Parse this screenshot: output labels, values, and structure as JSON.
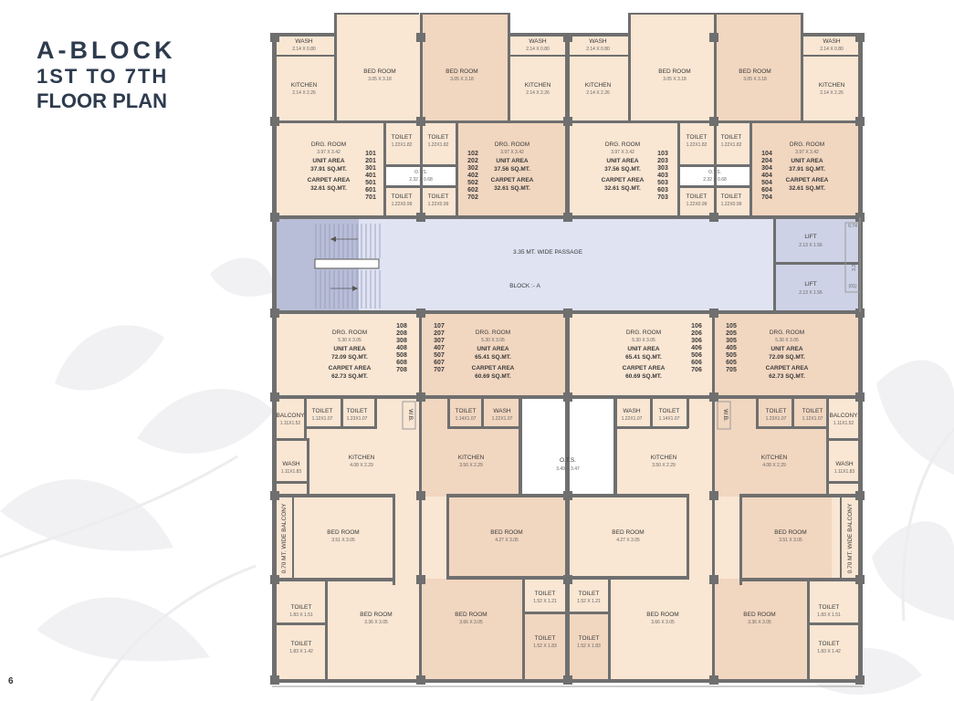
{
  "page": {
    "title_line1": "A-BLOCK",
    "title_line2": "1ST TO 7TH",
    "title_line3": "FLOOR PLAN",
    "page_number": "6"
  },
  "colors": {
    "wall": "#6f6f6f",
    "peach": "#f9e6d3",
    "tan": "#f1d6c0",
    "passage": "#dfe3f2",
    "stair": "#b9bed8",
    "lift": "#cdd2e6",
    "title": "#2e3b4e"
  },
  "passage": {
    "label": "3.35 MT. WIDE PASSAGE",
    "block": "BLOCK :- A"
  },
  "lift": {
    "label": "LIFT",
    "dim": "2.13 X 1.56",
    "side_a": "0.74",
    "side_b": "3.35",
    "side_c": "(01)"
  },
  "ots": {
    "label": "O.T.S.",
    "dim": "3.49 X 3.47",
    "small_dim_left": "2.32 X 0.68",
    "small_dim_right": "2.32 X 0.68"
  },
  "rooms": [
    {
      "label": "WASH",
      "dim": "2.14 X 0.80"
    },
    {
      "label": "WASH",
      "dim": "2.14 X 0.80"
    },
    {
      "label": "WASH",
      "dim": "2.14 X 0.80"
    },
    {
      "label": "WASH",
      "dim": "2.14 X 0.80"
    },
    {
      "label": "KITCHEN",
      "dim": "2.14 X 2.26"
    },
    {
      "label": "KITCHEN",
      "dim": "2.14 X 2.26"
    },
    {
      "label": "KITCHEN",
      "dim": "2.14 X 2.26"
    },
    {
      "label": "KITCHEN",
      "dim": "2.14 X 2.26"
    },
    {
      "label": "BED ROOM",
      "dim": "3.05 X 3.18"
    },
    {
      "label": "BED ROOM",
      "dim": "3.05 X 3.18"
    },
    {
      "label": "BED ROOM",
      "dim": "3.05 X 3.18"
    },
    {
      "label": "BED ROOM",
      "dim": "3.05 X 3.18"
    },
    {
      "label": "TOILET",
      "dim": "1.22X1.82"
    },
    {
      "label": "TOILET",
      "dim": "1.22X1.82"
    },
    {
      "label": "TOILET",
      "dim": "1.22X1.82"
    },
    {
      "label": "TOILET",
      "dim": "1.22X1.82"
    },
    {
      "label": "TOILET",
      "dim": "1.22X0.99"
    },
    {
      "label": "TOILET",
      "dim": "1.22X0.99"
    },
    {
      "label": "TOILET",
      "dim": "1.22X0.99"
    },
    {
      "label": "TOILET",
      "dim": "1.22X0.99"
    },
    {
      "label": "DRG. ROOM",
      "dim": "3.97 X 3.42"
    },
    {
      "label": "DRG. ROOM",
      "dim": "3.97 X 3.42"
    },
    {
      "label": "DRG. ROOM",
      "dim": "3.97 X 3.42"
    },
    {
      "label": "DRG. ROOM",
      "dim": "3.97 X 3.42"
    },
    {
      "label": "DRG. ROOM",
      "dim": "5.30 X 3.05"
    },
    {
      "label": "DRG. ROOM",
      "dim": "5.30 X 3.05"
    },
    {
      "label": "DRG. ROOM",
      "dim": "5.30 X 3.05"
    },
    {
      "label": "DRG. ROOM",
      "dim": "5.30 X 3.05"
    },
    {
      "label": "BALCONY",
      "dim": "1.11X1.52"
    },
    {
      "label": "BALCONY",
      "dim": "1.11X1.52"
    },
    {
      "label": "TOILET",
      "dim": "1.12X1.07"
    },
    {
      "label": "TOILET",
      "dim": "1.12X1.07"
    },
    {
      "label": "TOILET",
      "dim": "1.23X1.07"
    },
    {
      "label": "TOILET",
      "dim": "1.23X1.07"
    },
    {
      "label": "TOILET",
      "dim": "1.14X1.07"
    },
    {
      "label": "TOILET",
      "dim": "1.14X1.07"
    },
    {
      "label": "WASH",
      "dim": "1.22X1.07"
    },
    {
      "label": "WASH",
      "dim": "1.22X1.07"
    },
    {
      "label": "WASH",
      "dim": "1.11X1.83"
    },
    {
      "label": "WASH",
      "dim": "1.11X1.83"
    },
    {
      "label": "KITCHEN",
      "dim": "4.08 X 2.29"
    },
    {
      "label": "KITCHEN",
      "dim": "4.08 X 2.29"
    },
    {
      "label": "KITCHEN",
      "dim": "3.50 X 2.29"
    },
    {
      "label": "KITCHEN",
      "dim": "3.50 X 2.29"
    },
    {
      "label": "BED ROOM",
      "dim": "3.51 X 3.05"
    },
    {
      "label": "BED ROOM",
      "dim": "3.51 X 3.05"
    },
    {
      "label": "BED ROOM",
      "dim": "4.27 X 3.05"
    },
    {
      "label": "BED ROOM",
      "dim": "4.27 X 3.05"
    },
    {
      "label": "BED ROOM",
      "dim": "3.36 X 3.05"
    },
    {
      "label": "BED ROOM",
      "dim": "3.36 X 3.05"
    },
    {
      "label": "BED ROOM",
      "dim": "3.66 X 3.05"
    },
    {
      "label": "BED ROOM",
      "dim": "3.66 X 3.05"
    },
    {
      "label": "TOILET",
      "dim": "1.83 X 1.51"
    },
    {
      "label": "TOILET",
      "dim": "1.83 X 1.51"
    },
    {
      "label": "TOILET",
      "dim": "1.83 X 1.42"
    },
    {
      "label": "TOILET",
      "dim": "1.83 X 1.42"
    },
    {
      "label": "TOILET",
      "dim": "1.52 X 1.21"
    },
    {
      "label": "TOILET",
      "dim": "1.52 X 1.21"
    },
    {
      "label": "TOILET",
      "dim": "1.52 X 1.83"
    },
    {
      "label": "TOILET",
      "dim": "1.52 X 1.83"
    },
    {
      "label": "W.B.",
      "dim": ""
    },
    {
      "label": "W.B.",
      "dim": ""
    }
  ],
  "balcony_label": "0.70 MT. WIDE BALCONY",
  "units": [
    {
      "nums": [
        "101",
        "201",
        "301",
        "401",
        "501",
        "601",
        "701"
      ],
      "unit_area": "37.91 SQ.MT.",
      "carpet_area": "32.61 SQ.MT."
    },
    {
      "nums": [
        "102",
        "202",
        "302",
        "402",
        "502",
        "602",
        "702"
      ],
      "unit_area": "37.56 SQ.MT.",
      "carpet_area": "32.61 SQ.MT."
    },
    {
      "nums": [
        "103",
        "203",
        "303",
        "403",
        "503",
        "603",
        "703"
      ],
      "unit_area": "37.56 SQ.MT.",
      "carpet_area": "32.61 SQ.MT."
    },
    {
      "nums": [
        "104",
        "204",
        "304",
        "404",
        "504",
        "604",
        "704"
      ],
      "unit_area": "37.91 SQ.MT.",
      "carpet_area": "32.61 SQ.MT."
    },
    {
      "nums": [
        "108",
        "208",
        "308",
        "408",
        "508",
        "608",
        "708"
      ],
      "unit_area": "72.09 SQ.MT.",
      "carpet_area": "62.73 SQ.MT."
    },
    {
      "nums": [
        "107",
        "207",
        "307",
        "407",
        "507",
        "607",
        "707"
      ],
      "unit_area": "65.41 SQ.MT.",
      "carpet_area": "60.69 SQ.MT."
    },
    {
      "nums": [
        "106",
        "206",
        "306",
        "406",
        "506",
        "606",
        "706"
      ],
      "unit_area": "65.41 SQ.MT.",
      "carpet_area": "60.69 SQ.MT."
    },
    {
      "nums": [
        "105",
        "205",
        "305",
        "405",
        "505",
        "605",
        "705"
      ],
      "unit_area": "72.09 SQ.MT.",
      "carpet_area": "62.73 SQ.MT."
    }
  ],
  "area_labels": {
    "unit": "UNIT AREA",
    "carpet": "CARPET AREA"
  }
}
